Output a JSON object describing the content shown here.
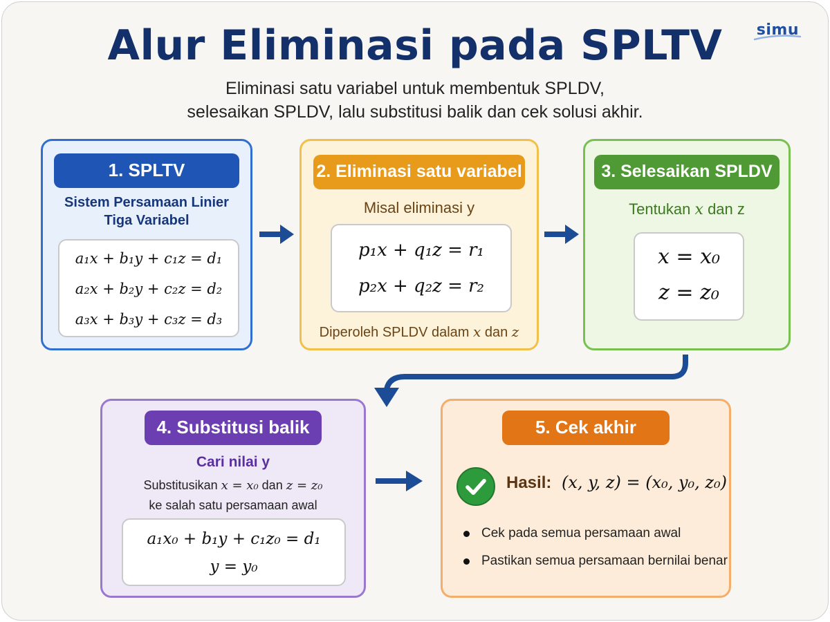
{
  "logo": {
    "text": "simu"
  },
  "header": {
    "title": "Alur Eliminasi pada SPLTV",
    "subtitle_lines": [
      "Eliminasi satu variabel untuk membentuk SPLDV,",
      "selesaikan SPLDV, lalu substitusi balik dan cek solusi akhir."
    ]
  },
  "steps": [
    {
      "title": "1. SPLTV",
      "subtitle_lines": [
        "Sistem Persamaan Linier",
        "Tiga Variabel"
      ],
      "equations": [
        "a₁x + b₁y + c₁z = d₁",
        "a₂x + b₂y + c₂z = d₂",
        "a₃x + b₃y + c₃z = d₃"
      ]
    },
    {
      "title": "2. Eliminasi satu variabel",
      "subtitle": "Misal eliminasi y",
      "equations": [
        "p₁x + q₁z = r₁",
        "p₂x + q₂z = r₂"
      ],
      "note_prefix": "Diperoleh SPLDV dalam",
      "note_var1": "x",
      "note_mid": "dan",
      "note_var2": "z"
    },
    {
      "title": "3. Selesaikan SPLDV",
      "subtitle_prefix": "Tentukan",
      "subtitle_var": "x",
      "subtitle_suffix": "dan z",
      "equations": [
        "x = x₀",
        "z = z₀"
      ]
    },
    {
      "title": "4. Substitusi balik",
      "subtitle": "Cari nilai y",
      "note_line1_prefix": "Substitusikan",
      "note_line1_expr1": "x = x₀",
      "note_line1_mid": "dan",
      "note_line1_expr2": "z = z₀",
      "note_line2": "ke salah satu persamaan awal",
      "equations": [
        "a₁x₀ + b₁y + c₁z₀ = d₁",
        "y = y₀"
      ]
    },
    {
      "title": "5. Cek akhir",
      "result_label": "Hasil:",
      "result_expr": "(x, y, z) = (x₀, y₀, z₀)",
      "bullets": [
        "Cek pada semua persamaan awal",
        "Pastikan semua persamaan bernilai benar"
      ]
    }
  ],
  "colors": {
    "title": "#14306b",
    "step1": "#1f56b5",
    "step2": "#e89a1a",
    "step3": "#4f9a34",
    "step4": "#6b3fb1",
    "step5": "#e27516",
    "arrow": "#1c4c96",
    "check": "#2d9a3c"
  },
  "icons": [
    "right-arrow-icon",
    "curved-arrow-icon",
    "check-circle-icon"
  ]
}
